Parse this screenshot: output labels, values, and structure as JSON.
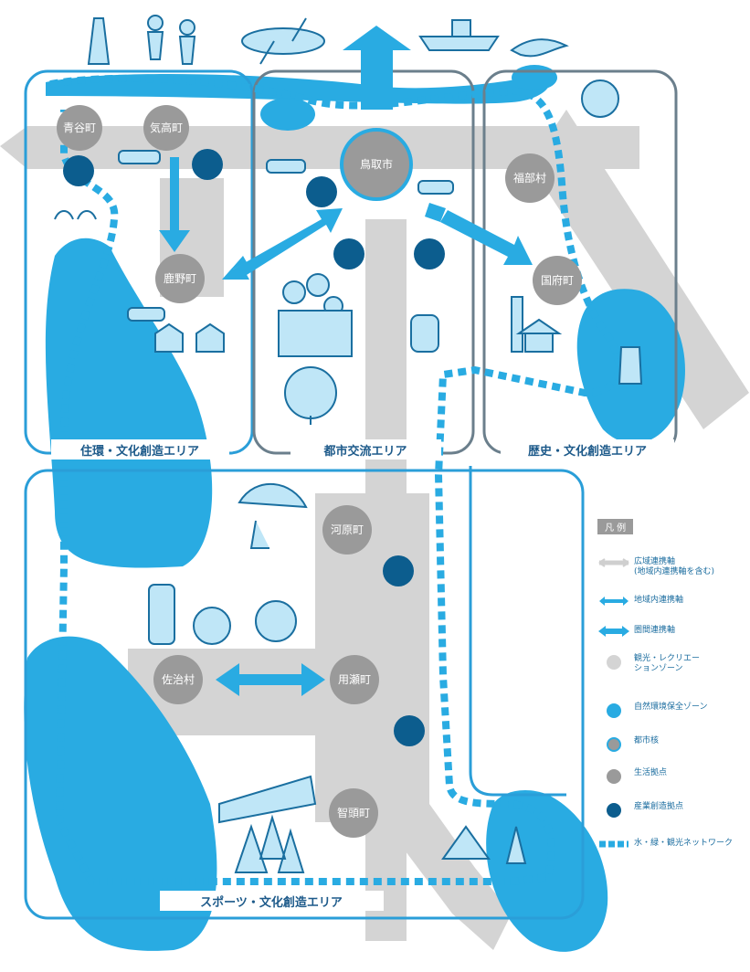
{
  "colors": {
    "water": "#29abe2",
    "deep_blue": "#1a6fa0",
    "node_dark": "#0c5d8e",
    "area_border": "#2a9ed8",
    "area_border_grey": "#6b7f8c",
    "zone_grey": "#d4d4d4",
    "town_grey": "#9a9a9a"
  },
  "areas": {
    "west": "住環・文化創造エリア",
    "center": "都市交流エリア",
    "east": "歴史・文化創造エリア",
    "south": "スポーツ・文化創造エリア"
  },
  "towns": {
    "t1": "青谷町",
    "t2": "気高町",
    "t3": "鳥取市",
    "t4": "福部村",
    "t5": "鹿野町",
    "t6": "国府町",
    "t7": "河原町",
    "t8": "佐治村",
    "t9": "用瀬町",
    "t10": "智頭町"
  },
  "legend": {
    "title": "凡 例",
    "items": [
      {
        "name": "wide-axis",
        "label": "広域連携軸\n(地域内連携軸を含む)"
      },
      {
        "name": "local-axis",
        "label": "地域内連携軸"
      },
      {
        "name": "inter-area-axis",
        "label": "圏間連携軸"
      },
      {
        "name": "recreation-zone",
        "label": "観光・レクリエー\nションゾーン"
      },
      {
        "name": "nature-zone",
        "label": "自然環境保全ゾーン"
      },
      {
        "name": "urban-base",
        "label": "都市核"
      },
      {
        "name": "living-base",
        "label": "生活拠点"
      },
      {
        "name": "industry-base",
        "label": "産業創造拠点"
      },
      {
        "name": "network",
        "label": "水・緑・観光ネットワーク"
      }
    ]
  }
}
